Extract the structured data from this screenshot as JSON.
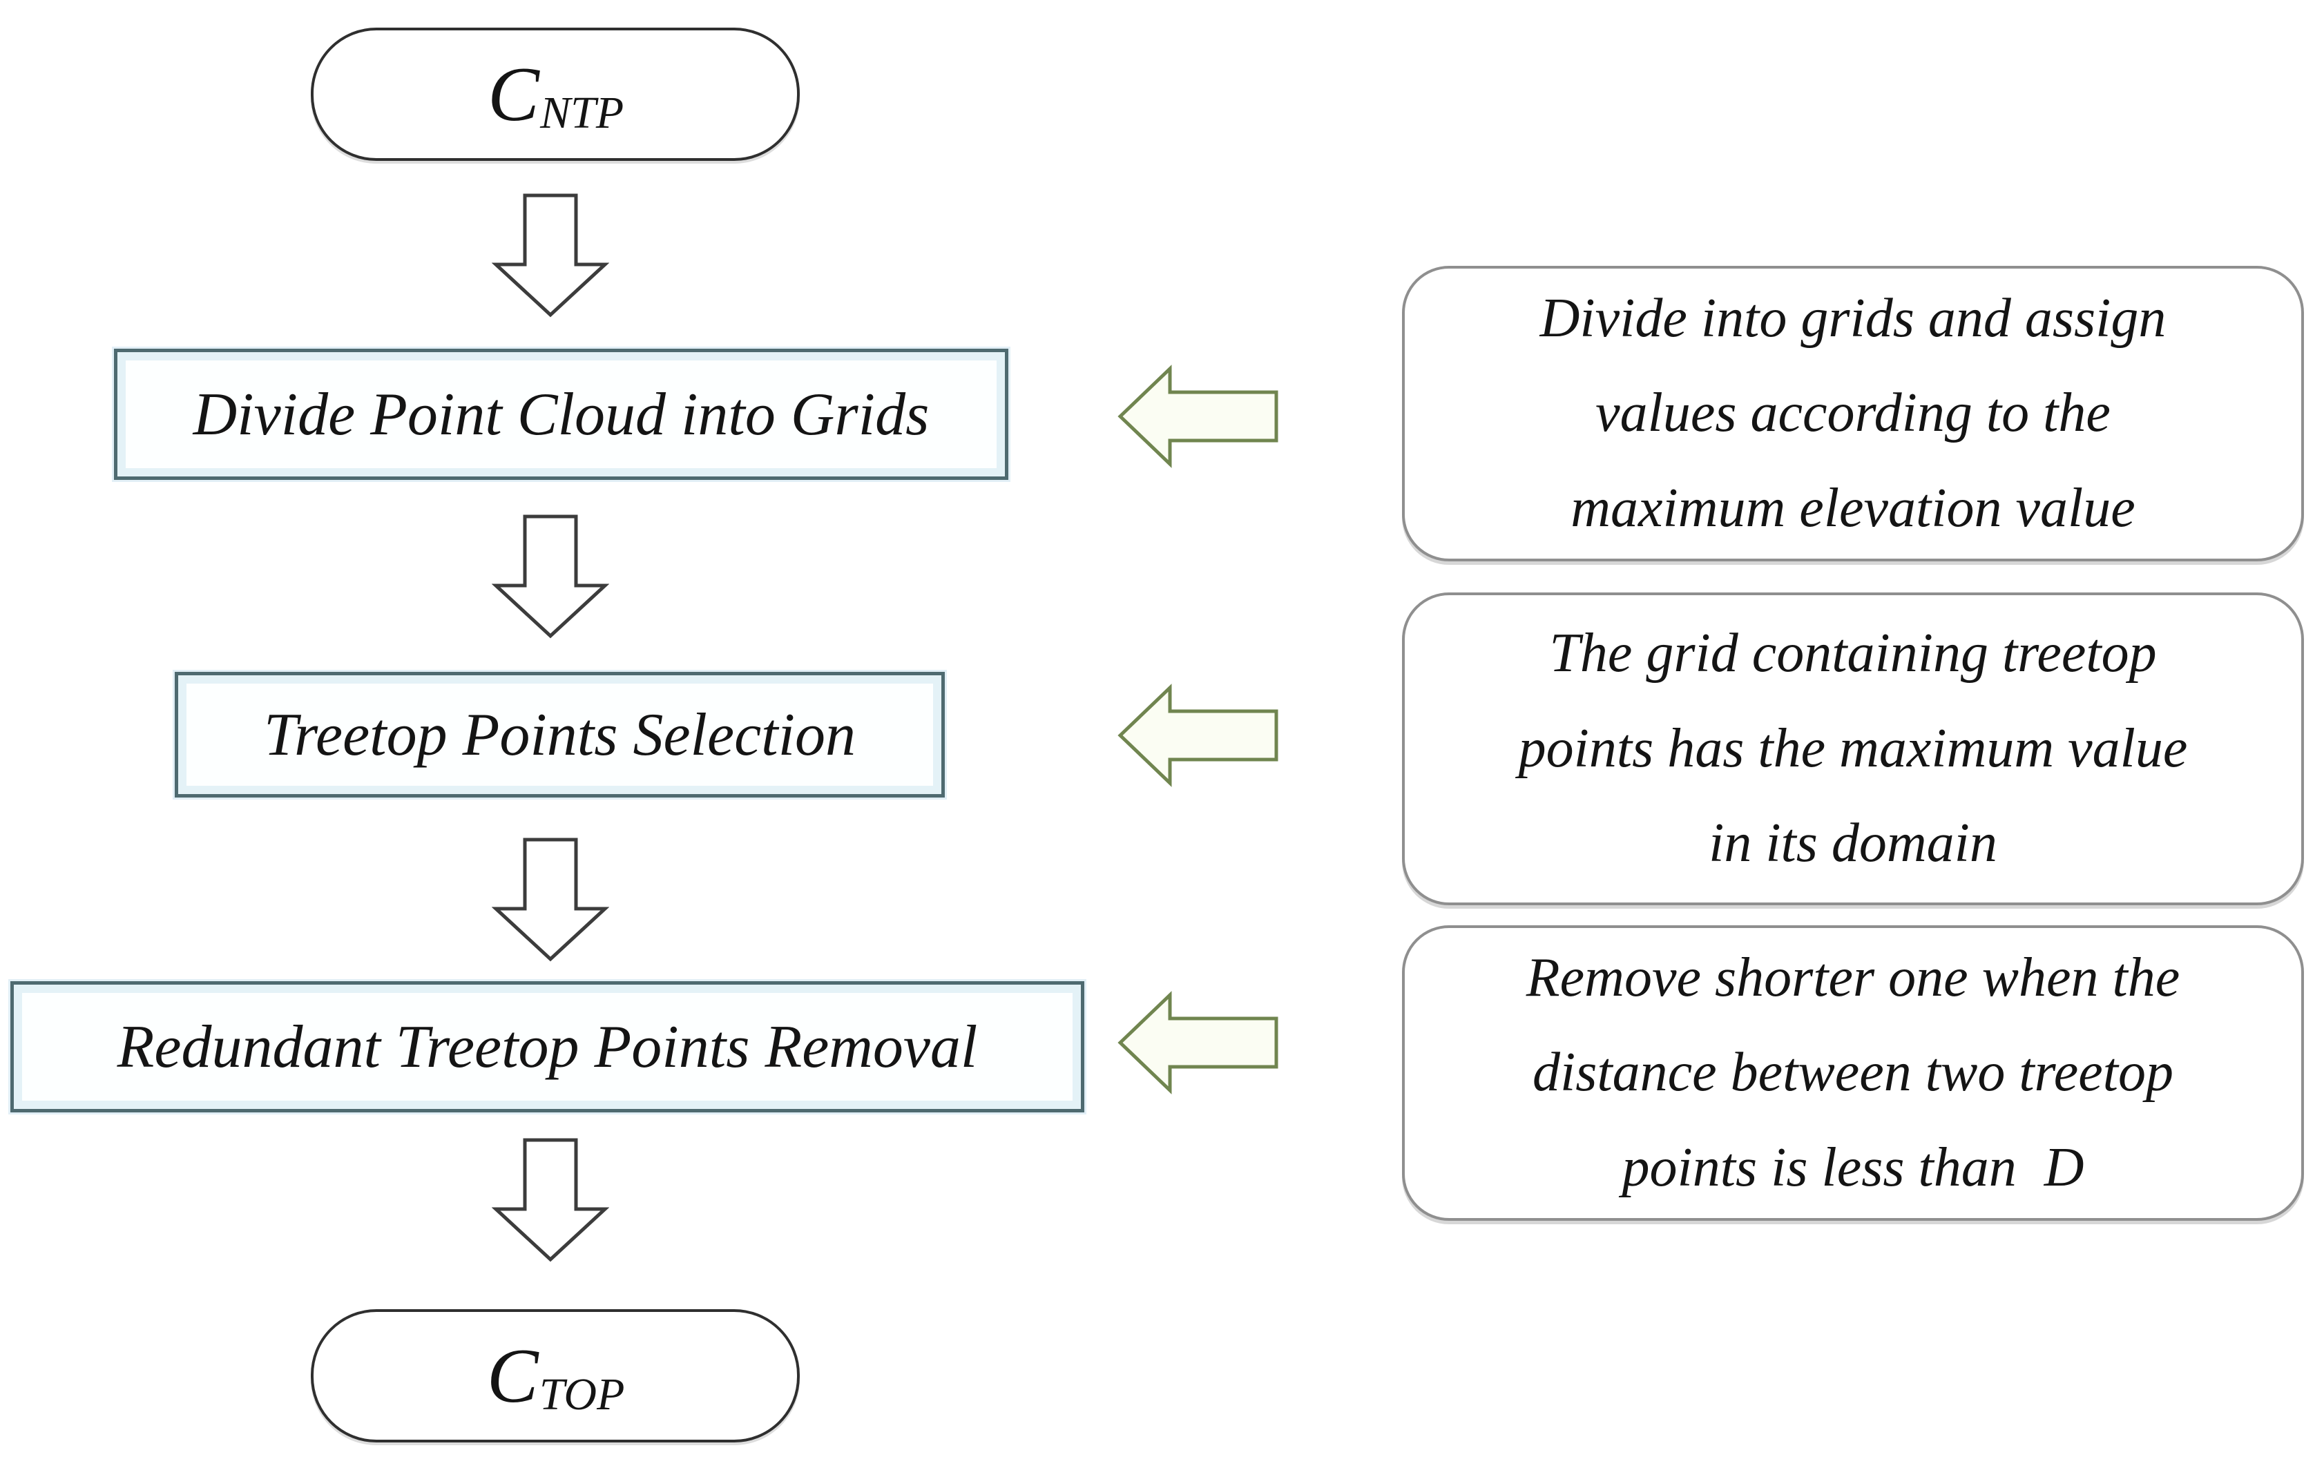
{
  "flow": {
    "start": {
      "symbol": "C",
      "subscript": "NTP"
    },
    "steps": [
      {
        "label": "Divide Point Cloud into Grids"
      },
      {
        "label": "Treetop Points Selection"
      },
      {
        "label": "Redundant Treetop Points Removal"
      }
    ],
    "end": {
      "symbol": "C",
      "subscript": "TOP"
    }
  },
  "annotations": [
    {
      "lines": [
        "Divide into grids and assign",
        "values according to the",
        "maximum elevation value"
      ]
    },
    {
      "lines": [
        "The grid containing treetop",
        "points has the maximum value",
        "in its domain"
      ]
    },
    {
      "lines": [
        "Remove shorter one when the",
        "distance between two treetop",
        "points is less than  D"
      ]
    }
  ],
  "colors": {
    "text": "#141414",
    "node_stroke": "#2f2f2f",
    "arrow_stroke": "#3c3c3c",
    "box_border": "#4e6a70",
    "box_inner": "#e4f2f7",
    "green_arrow_stroke": "#70854f",
    "green_arrow_fill": "#fbfdf3",
    "annotation_border": "#8f8f8f"
  }
}
